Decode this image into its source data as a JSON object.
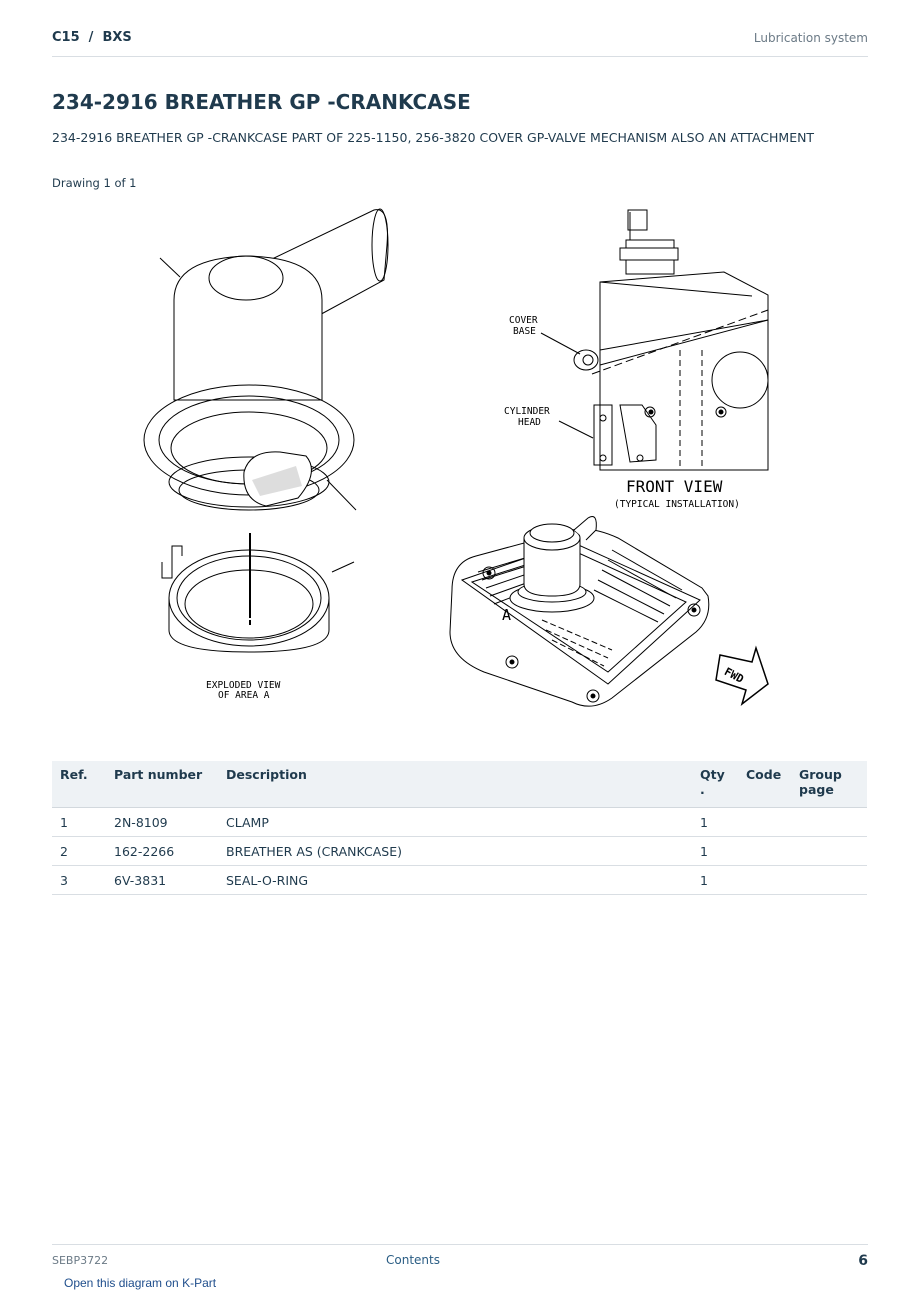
{
  "header": {
    "model": "C15  /  BXS",
    "section": "Lubrication system"
  },
  "title": "234-2916 BREATHER GP -CRANKCASE",
  "subtitle": "234-2916 BREATHER GP -CRANKCASE PART OF 225-1150, 256-3820 COVER GP-VALVE MECHANISM ALSO AN ATTACHMENT",
  "drawing_label": "Drawing 1 of 1",
  "drawing": {
    "cover_base": [
      "COVER",
      "BASE"
    ],
    "cylinder_head": [
      "CYLINDER",
      "HEAD"
    ],
    "front_view": "FRONT VIEW",
    "typical_installation": "(TYPICAL INSTALLATION)",
    "exploded_view": [
      "EXPLODED VIEW",
      "OF AREA A"
    ],
    "area_label": "A",
    "fwd_label": "FWD"
  },
  "table": {
    "headers": {
      "ref": "Ref.",
      "part": "Part number",
      "desc": "Description",
      "qty_line1": "Qty",
      "qty_line2": ".",
      "code": "Code",
      "group_line1": "Group",
      "group_line2": "page"
    },
    "rows": [
      {
        "ref": "1",
        "part": "2N-8109",
        "desc": "CLAMP",
        "qty": "1",
        "code": "",
        "group": ""
      },
      {
        "ref": "2",
        "part": "162-2266",
        "desc": "BREATHER AS (CRANKCASE)",
        "qty": "1",
        "code": "",
        "group": ""
      },
      {
        "ref": "3",
        "part": "6V-3831",
        "desc": "SEAL-O-RING",
        "qty": "1",
        "code": "",
        "group": ""
      }
    ]
  },
  "footer": {
    "doc": "SEBP3722",
    "contents": "Contents",
    "page": "6"
  },
  "kpart_link": "Open this diagram on K-Part"
}
